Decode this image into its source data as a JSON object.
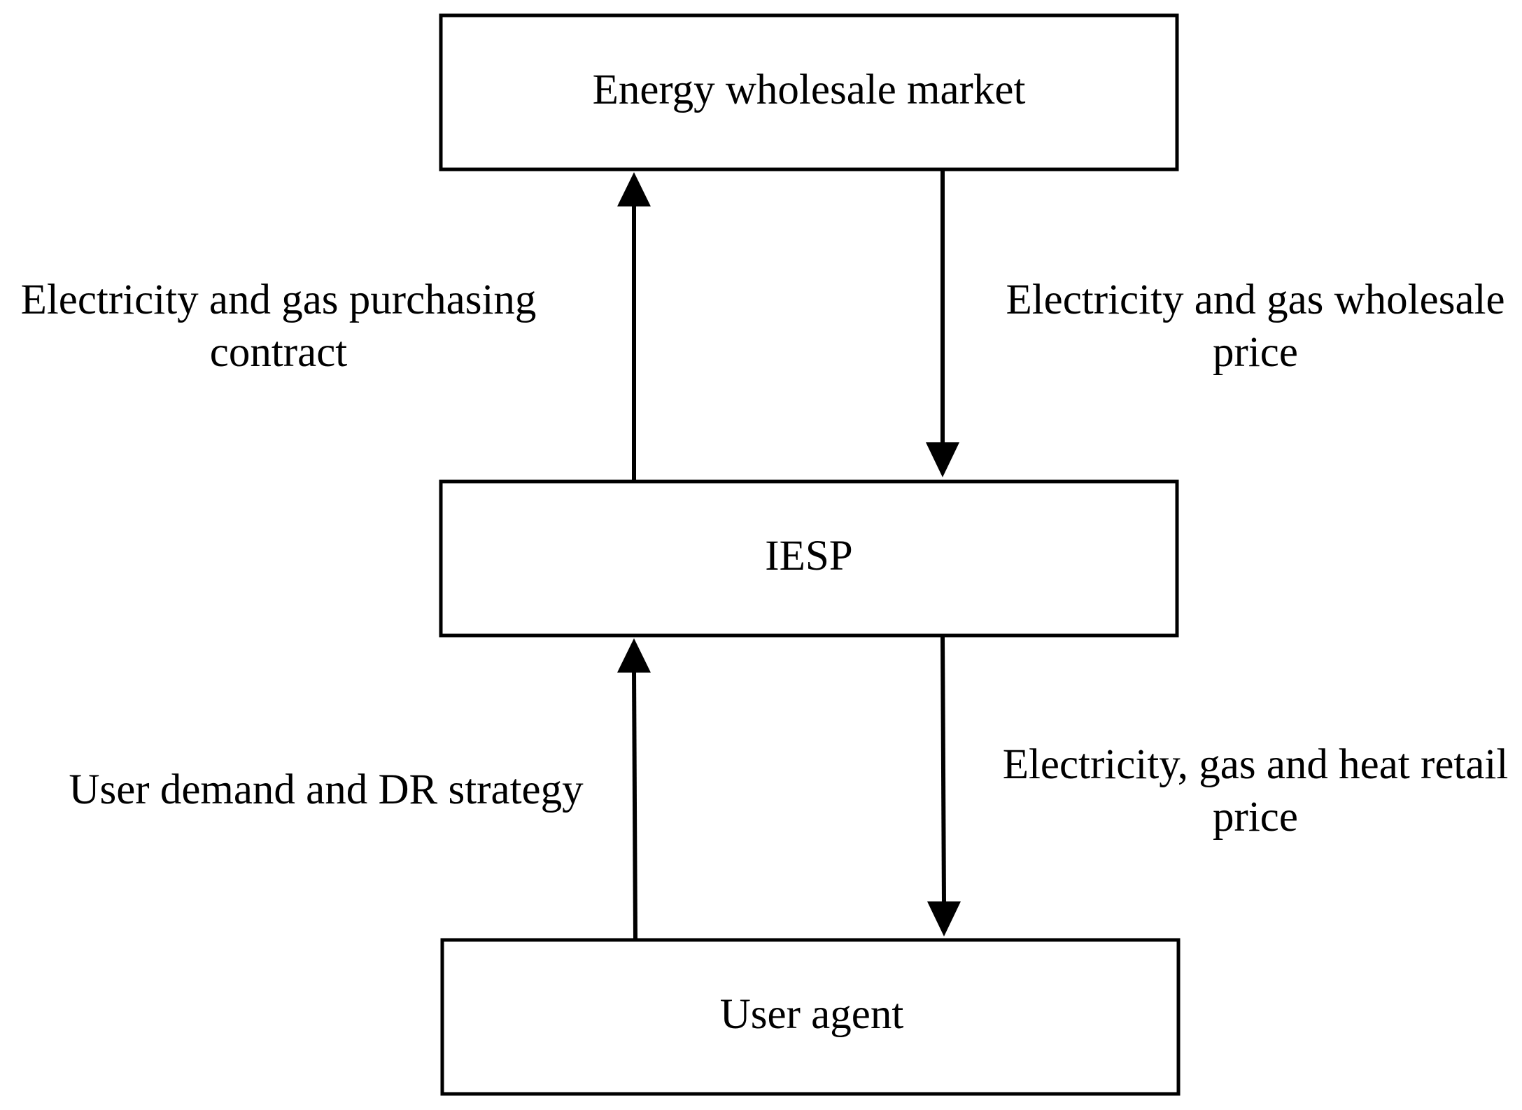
{
  "nodes": {
    "wholesale": {
      "label": "Energy wholesale market"
    },
    "iesp": {
      "label": "IESP"
    },
    "user": {
      "label": "User agent"
    }
  },
  "edges": {
    "purchasing": {
      "from": "iesp",
      "to": "wholesale",
      "line1": "Electricity and gas purchasing",
      "line2": "contract"
    },
    "wholesale_price": {
      "from": "wholesale",
      "to": "iesp",
      "line1": "Electricity and gas wholesale",
      "line2": "price"
    },
    "demand": {
      "from": "user",
      "to": "iesp",
      "line1": "User demand and DR strategy"
    },
    "retail_price": {
      "from": "iesp",
      "to": "user",
      "line1": "Electricity, gas and heat retail",
      "line2": "price"
    }
  }
}
